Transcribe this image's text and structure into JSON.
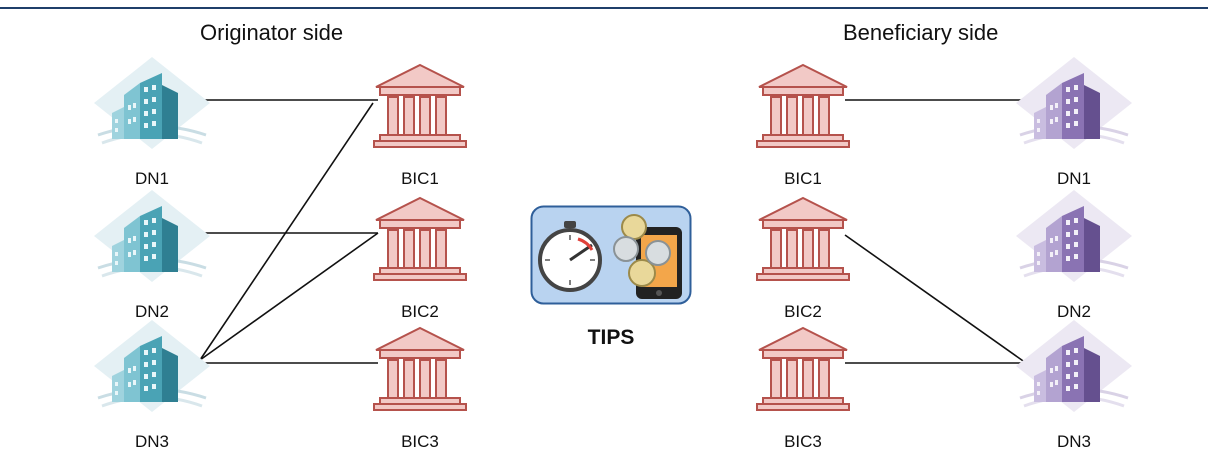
{
  "originator": {
    "title": "Originator side",
    "dns": [
      "DN1",
      "DN2",
      "DN3"
    ],
    "bics": [
      "BIC1",
      "BIC2",
      "BIC3"
    ]
  },
  "beneficiary": {
    "title": "Beneficiary side",
    "bics": [
      "BIC1",
      "BIC2",
      "BIC3"
    ],
    "dns": [
      "DN1",
      "DN2",
      "DN3"
    ]
  },
  "center": {
    "label": "TIPS"
  },
  "links": {
    "originator": [
      [
        "DN1",
        "BIC1"
      ],
      [
        "DN2",
        "BIC2"
      ],
      [
        "DN3",
        "BIC1"
      ],
      [
        "DN3",
        "BIC2"
      ],
      [
        "DN3",
        "BIC3"
      ]
    ],
    "beneficiary": [
      [
        "BIC1",
        "DN1"
      ],
      [
        "BIC2",
        "DN3"
      ],
      [
        "BIC3",
        "DN3"
      ]
    ]
  },
  "colors": {
    "topline": "#1f3f6a",
    "bank": "#c0504d",
    "dn_orig": "#4aa3b5",
    "dn_benef": "#8a73b3",
    "tips_bg": "#b9d3f0"
  }
}
